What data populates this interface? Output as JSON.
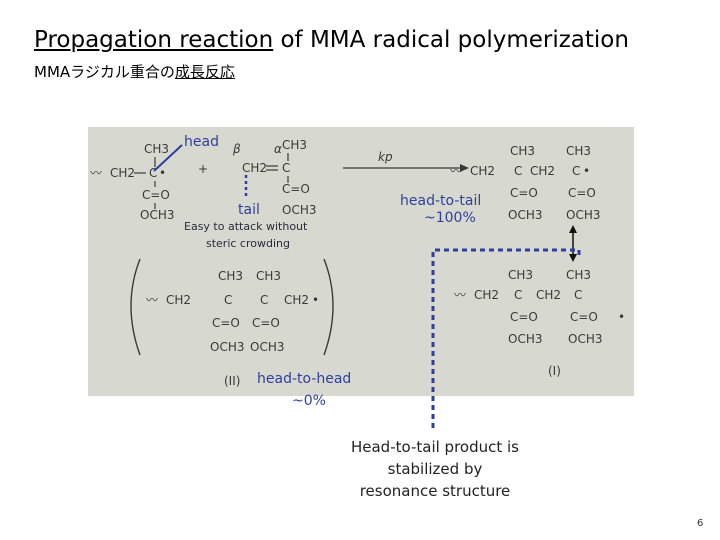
{
  "slide": {
    "title_underlined": "Propagation reaction",
    "title_rest": " of MMA radical polymerization",
    "subtitle_plain": "MMAラジカル重合の",
    "subtitle_underlined": "成長反応",
    "page_number": "6"
  },
  "annotations": {
    "head": "head",
    "tail": "tail",
    "steric_note_1": "Easy to attack without",
    "steric_note_2": "steric crowding",
    "h2t": "head-to-tail",
    "h2t_pct": "~100%",
    "h2h": "head-to-head",
    "h2h_pct": "~0%",
    "caption_1": "Head-to-tail product is",
    "caption_2": "stabilized by",
    "caption_3": "resonance structure"
  },
  "scheme": {
    "ch3": "CH3",
    "ch2": "CH2",
    "c": "C",
    "co": "C=O",
    "och3": "OCH3",
    "plus": "+",
    "beta": "β",
    "alpha": "α",
    "kp": "kp",
    "label_I": "(I)",
    "label_II": "(II)",
    "dot": "•",
    "wavy": "〰"
  },
  "colors": {
    "accent": "#2f3f9e",
    "photo_bg": "#d7d8cf"
  }
}
